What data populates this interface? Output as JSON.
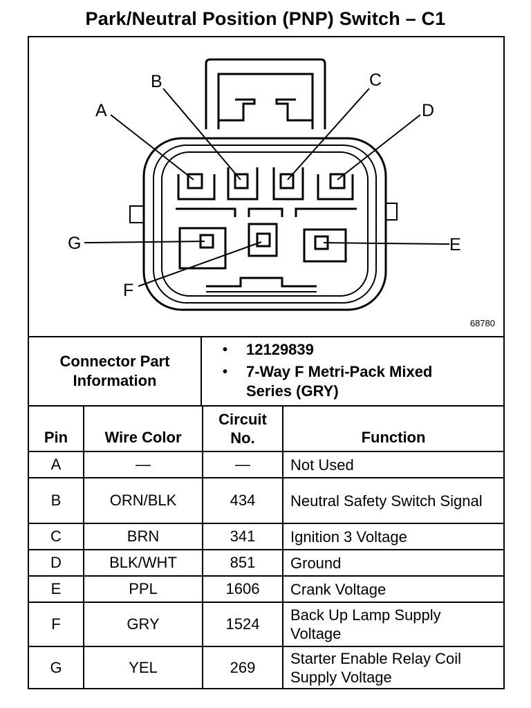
{
  "title": "Park/Neutral Position (PNP) Switch – C1",
  "diagram": {
    "pins": [
      "A",
      "B",
      "C",
      "D",
      "G",
      "E",
      "F"
    ],
    "figure_number": "68780"
  },
  "connector_info": {
    "label": "Connector Part Information",
    "part_number": "12129839",
    "description": "7-Way F Metri-Pack Mixed Series (GRY)"
  },
  "table": {
    "headers": {
      "pin": "Pin",
      "wire_color": "Wire Color",
      "circuit_no": "Circuit No.",
      "function": "Function"
    },
    "rows": [
      {
        "pin": "A",
        "wire": "—",
        "circuit": "—",
        "function": "Not Used"
      },
      {
        "pin": "B",
        "wire": "ORN/BLK",
        "circuit": "434",
        "function": "Neutral Safety Switch Signal"
      },
      {
        "pin": "C",
        "wire": "BRN",
        "circuit": "341",
        "function": "Ignition 3 Voltage"
      },
      {
        "pin": "D",
        "wire": "BLK/WHT",
        "circuit": "851",
        "function": "Ground"
      },
      {
        "pin": "E",
        "wire": "PPL",
        "circuit": "1606",
        "function": "Crank Voltage"
      },
      {
        "pin": "F",
        "wire": "GRY",
        "circuit": "1524",
        "function": "Back Up Lamp Supply Voltage"
      },
      {
        "pin": "G",
        "wire": "YEL",
        "circuit": "269",
        "function": "Starter Enable Relay Coil Supply Voltage"
      }
    ]
  }
}
